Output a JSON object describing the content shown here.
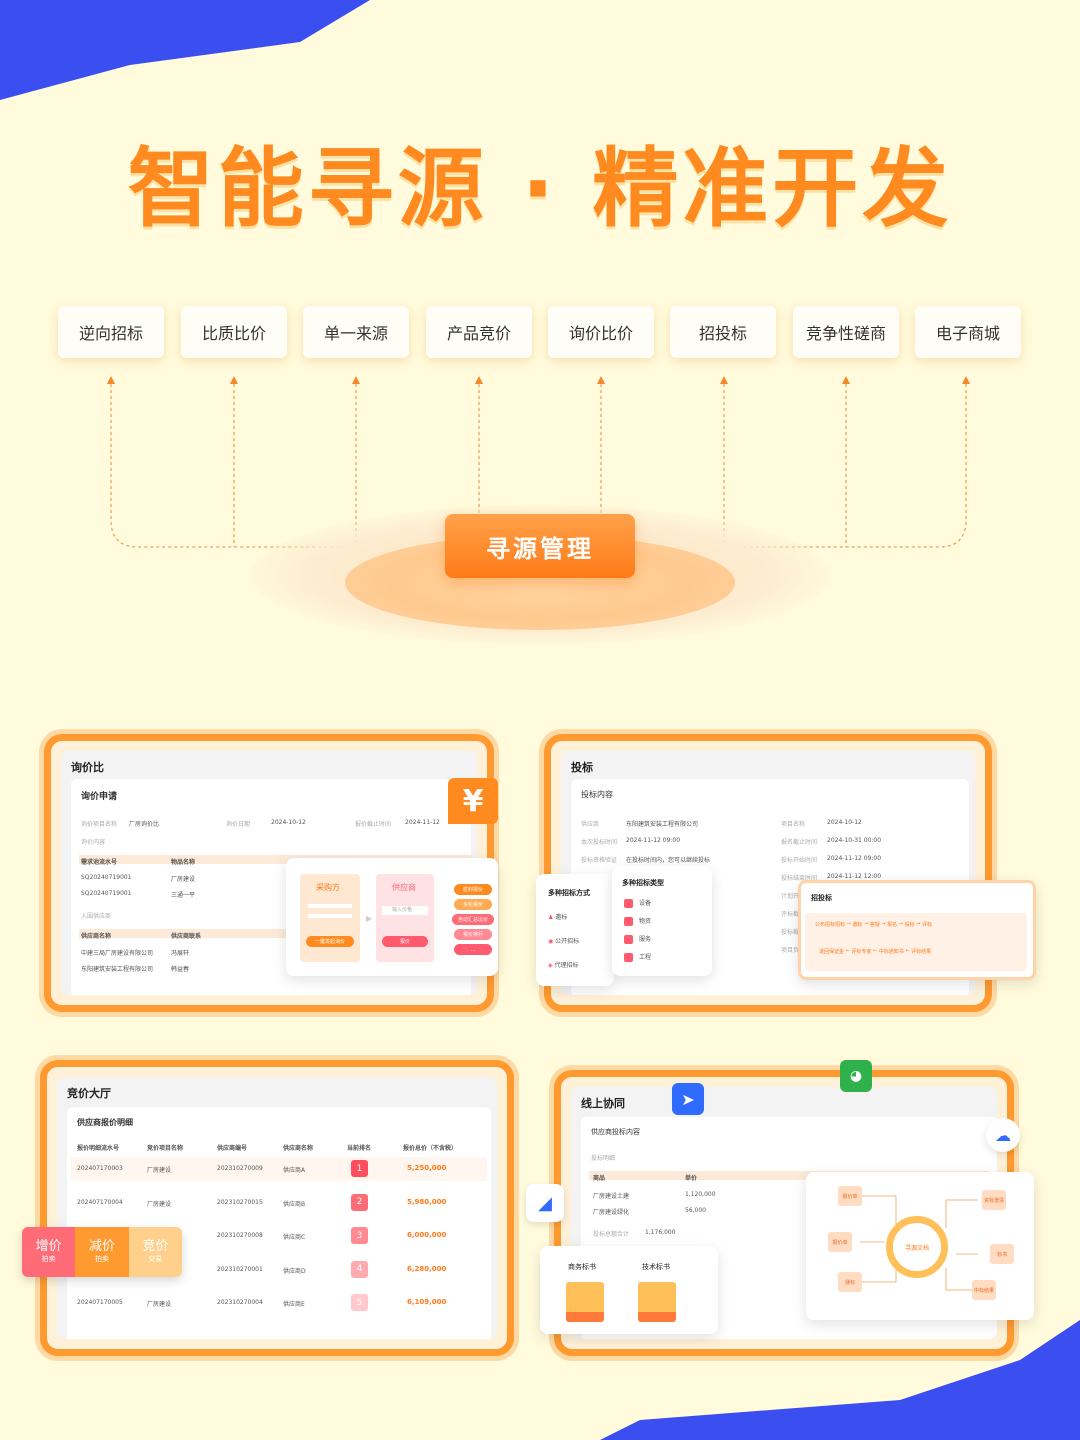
{
  "title": "智能寻源 · 精准开发",
  "hub_label": "寻源管理",
  "categories": [
    "逆向招标",
    "比质比价",
    "单一来源",
    "产品竞价",
    "询价比价",
    "招投标",
    "竞争性磋商",
    "电子商城"
  ],
  "colors": {
    "accent": "#ff8a1f",
    "blue": "#3b4ef0",
    "bg": "#fffbdc"
  },
  "inquiry": {
    "panel_title": "询价比",
    "section_title": "询价申请",
    "field1_label": "询价项目名称",
    "field1_value": "厂房询价比",
    "field2_label": "询价日期",
    "field2_value": "2024-10-12",
    "field3_label": "报价截止时间",
    "field3_value": "2024-11-12",
    "content_label": "询价内容",
    "col_req_no": "需求池流水号",
    "col_item": "物品名称",
    "rows": [
      [
        "SQ20240719001",
        "厂房建设"
      ],
      [
        "SQ20240719001",
        "三通一平"
      ]
    ],
    "supplier_label": "入围供应商",
    "col_sup_name": "供应商名称",
    "col_contact": "供应商联系",
    "sup_rows": [
      [
        "中建三局厂房建设有限公司",
        "冯展轩"
      ],
      [
        "东阳建筑安装工程有限公司",
        "韩益春"
      ]
    ],
    "pop_buyer": "采购方",
    "pop_buyer_btn": "一键发起询价",
    "pop_supplier": "供应商",
    "pop_supplier_field": "输入价格",
    "pop_supplier_btn": "报价",
    "pop_pills": [
      "密封报价",
      "多轮报价",
      "自动汇总比价",
      "报价排行",
      "…"
    ],
    "icon_glyph": "¥"
  },
  "bidding": {
    "panel_title": "投标",
    "section_title": "投标内容",
    "left_rows": [
      [
        "供应商",
        "东阳建筑安装工程有限公司"
      ],
      [
        "本次投标时间",
        "2024-11-12 09:00"
      ],
      [
        "投标资格验证",
        "在投标时间内，您可以继续投标"
      ]
    ],
    "right_rows": [
      [
        "项目名称",
        "2024-10-12"
      ],
      [
        "报名截止时间",
        "2024-10-31 00:00"
      ],
      [
        "投标开始时间",
        "2024-11-12 09:00"
      ],
      [
        "投标结束时间",
        "2024-11-12 12:00"
      ]
    ],
    "extra_labels": [
      "计划开",
      "评标截",
      "投标截",
      "项目负"
    ],
    "methods_title": "多种招标方式",
    "methods": [
      "邀标",
      "公开招标",
      "代理招标"
    ],
    "types_title": "多种招标类型",
    "types": [
      "设备",
      "物资",
      "服务",
      "工程"
    ],
    "flow_title": "招投标",
    "flow_row1": [
      "公布招标招标",
      "邀标",
      "答疑",
      "报名",
      "投标",
      "评标"
    ],
    "flow_row2": [
      "评标结果",
      "中标通知书",
      "评标专家",
      "退回保证金"
    ]
  },
  "auction": {
    "panel_title": "竞价大厅",
    "section_title": "供应商报价明细",
    "headers": [
      "报价明细流水号",
      "竞价项目名称",
      "供应商编号",
      "供应商名称",
      "当前排名",
      "报价总价（不含税）"
    ],
    "rows": [
      [
        "202407170003",
        "厂房建设",
        "202310270009",
        "供应商A",
        "1",
        "5,250,000"
      ],
      [
        "202407170004",
        "厂房建设",
        "202310270015",
        "供应商B",
        "2",
        "5,980,000"
      ],
      [
        "",
        "",
        "202310270008",
        "供应商C",
        "3",
        "6,000,000"
      ],
      [
        "",
        "",
        "202310270001",
        "供应商D",
        "4",
        "6,280,000"
      ],
      [
        "202407170005",
        "厂房建设",
        "202310270004",
        "供应商E",
        "5",
        "6,109,000"
      ]
    ],
    "rank_colors": [
      "#ff4d5e",
      "#ff6b77",
      "#ff8a93",
      "#ffaab0",
      "#ffc9cd"
    ],
    "tags": [
      {
        "main": "增价",
        "sub": "拍卖"
      },
      {
        "main": "减价",
        "sub": "拍卖"
      },
      {
        "main": "竞价",
        "sub": "交易"
      }
    ]
  },
  "collab": {
    "panel_title": "线上协同",
    "section_title": "供应商投标内容",
    "detail_label": "投标明细",
    "col_item": "商品",
    "col_price": "单价",
    "rows": [
      [
        "厂房建设土建",
        "1,120,000"
      ],
      [
        "厂房建设绿化",
        "56,000"
      ]
    ],
    "total_label": "投标总额合计",
    "total_value": "1,176,000",
    "docs": [
      "商务标书",
      "技术标书"
    ],
    "center_label": "寻源文档",
    "nodes": [
      "报价单",
      "报价单",
      "通标",
      "资标澄清",
      "标书",
      "中标结果"
    ]
  }
}
